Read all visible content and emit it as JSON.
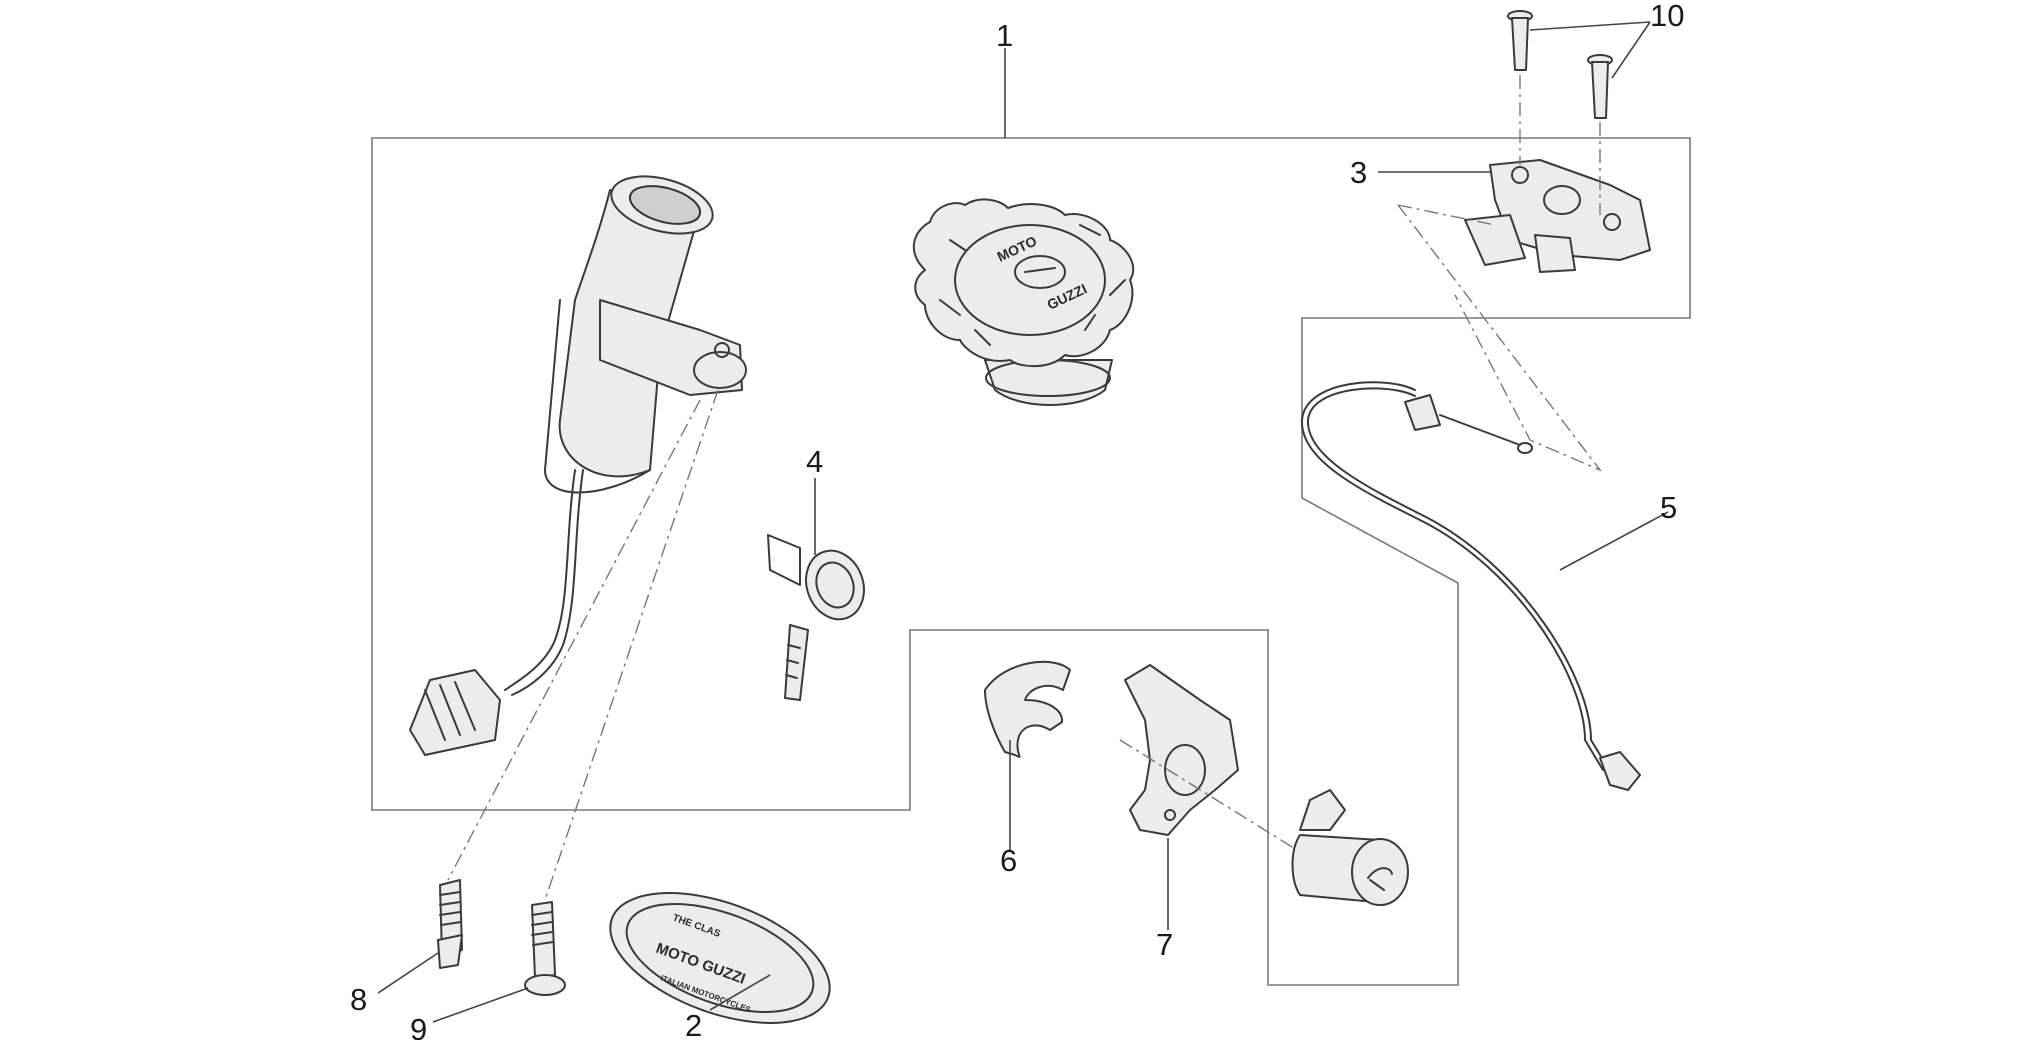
{
  "callouts": {
    "c1": "1",
    "c2": "2",
    "c3": "3",
    "c4": "4",
    "c5": "5",
    "c6": "6",
    "c7": "7",
    "c8": "8",
    "c9": "9",
    "c10": "10"
  },
  "logos": {
    "fuel_cap_top": "MOTO",
    "fuel_cap_bottom": "GUZZI",
    "emblem_line1": "THE CLAS",
    "emblem_line2": "MOTO GUZZI",
    "emblem_line3": "ITALIAN MOTORCYCLES"
  }
}
